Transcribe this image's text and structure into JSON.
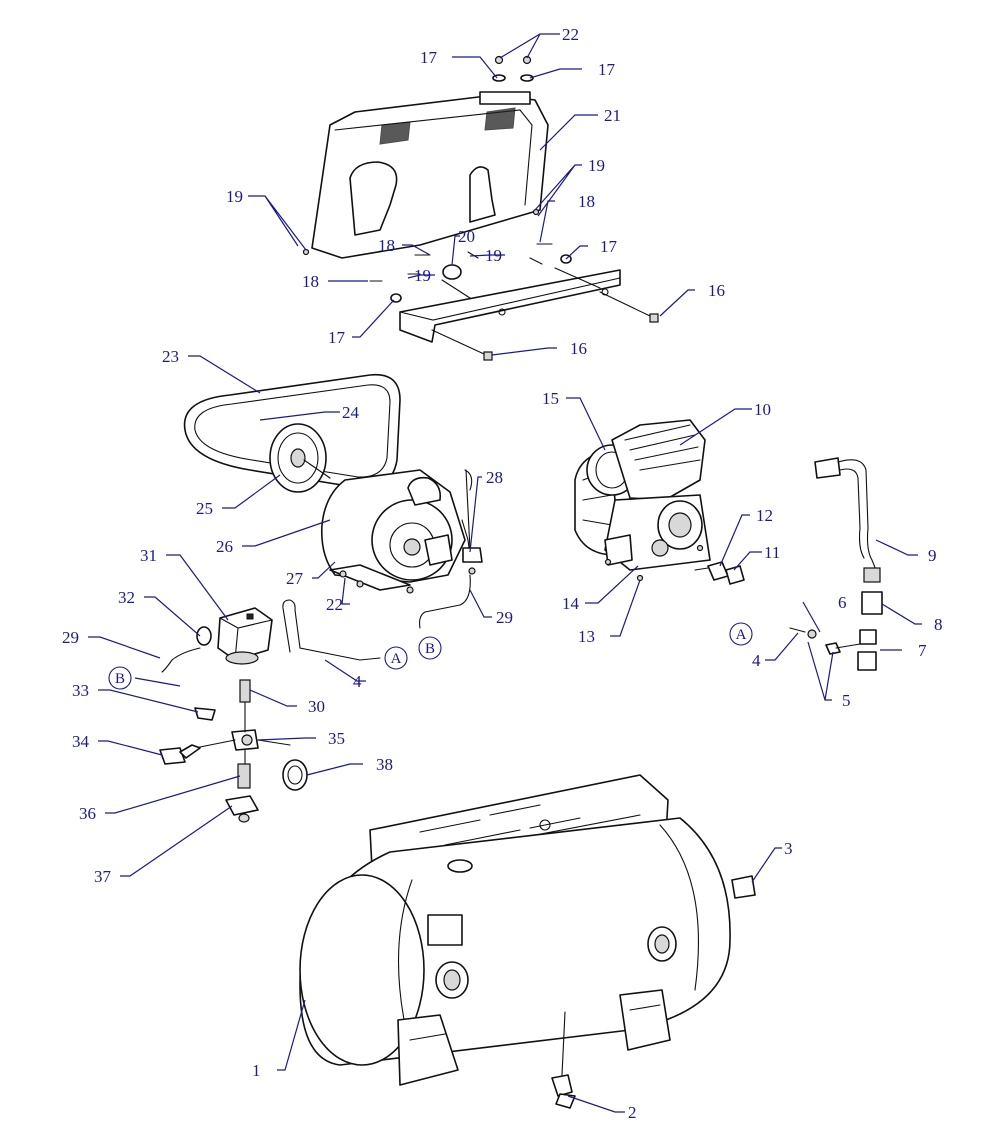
{
  "colors": {
    "callout": "#1a1a8c",
    "line_art": "#111111",
    "background": "#ffffff"
  },
  "callouts": [
    {
      "label": "1"
    },
    {
      "label": "2"
    },
    {
      "label": "3"
    },
    {
      "label": "4"
    },
    {
      "label": "4"
    },
    {
      "label": "5"
    },
    {
      "label": "6"
    },
    {
      "label": "7"
    },
    {
      "label": "8"
    },
    {
      "label": "9"
    },
    {
      "label": "10"
    },
    {
      "label": "11"
    },
    {
      "label": "12"
    },
    {
      "label": "13"
    },
    {
      "label": "14"
    },
    {
      "label": "15"
    },
    {
      "label": "16"
    },
    {
      "label": "16"
    },
    {
      "label": "17"
    },
    {
      "label": "17"
    },
    {
      "label": "17"
    },
    {
      "label": "17"
    },
    {
      "label": "18"
    },
    {
      "label": "18"
    },
    {
      "label": "18"
    },
    {
      "label": "19"
    },
    {
      "label": "19"
    },
    {
      "label": "19"
    },
    {
      "label": "19"
    },
    {
      "label": "20"
    },
    {
      "label": "21"
    },
    {
      "label": "22"
    },
    {
      "label": "22"
    },
    {
      "label": "23"
    },
    {
      "label": "24"
    },
    {
      "label": "25"
    },
    {
      "label": "26"
    },
    {
      "label": "27"
    },
    {
      "label": "28"
    },
    {
      "label": "29"
    },
    {
      "label": "29"
    },
    {
      "label": "30"
    },
    {
      "label": "31"
    },
    {
      "label": "32"
    },
    {
      "label": "33"
    },
    {
      "label": "34"
    },
    {
      "label": "35"
    },
    {
      "label": "36"
    },
    {
      "label": "37"
    },
    {
      "label": "38"
    }
  ],
  "reference_markers": [
    {
      "label": "A"
    },
    {
      "label": "A"
    },
    {
      "label": "B"
    },
    {
      "label": "B"
    }
  ]
}
